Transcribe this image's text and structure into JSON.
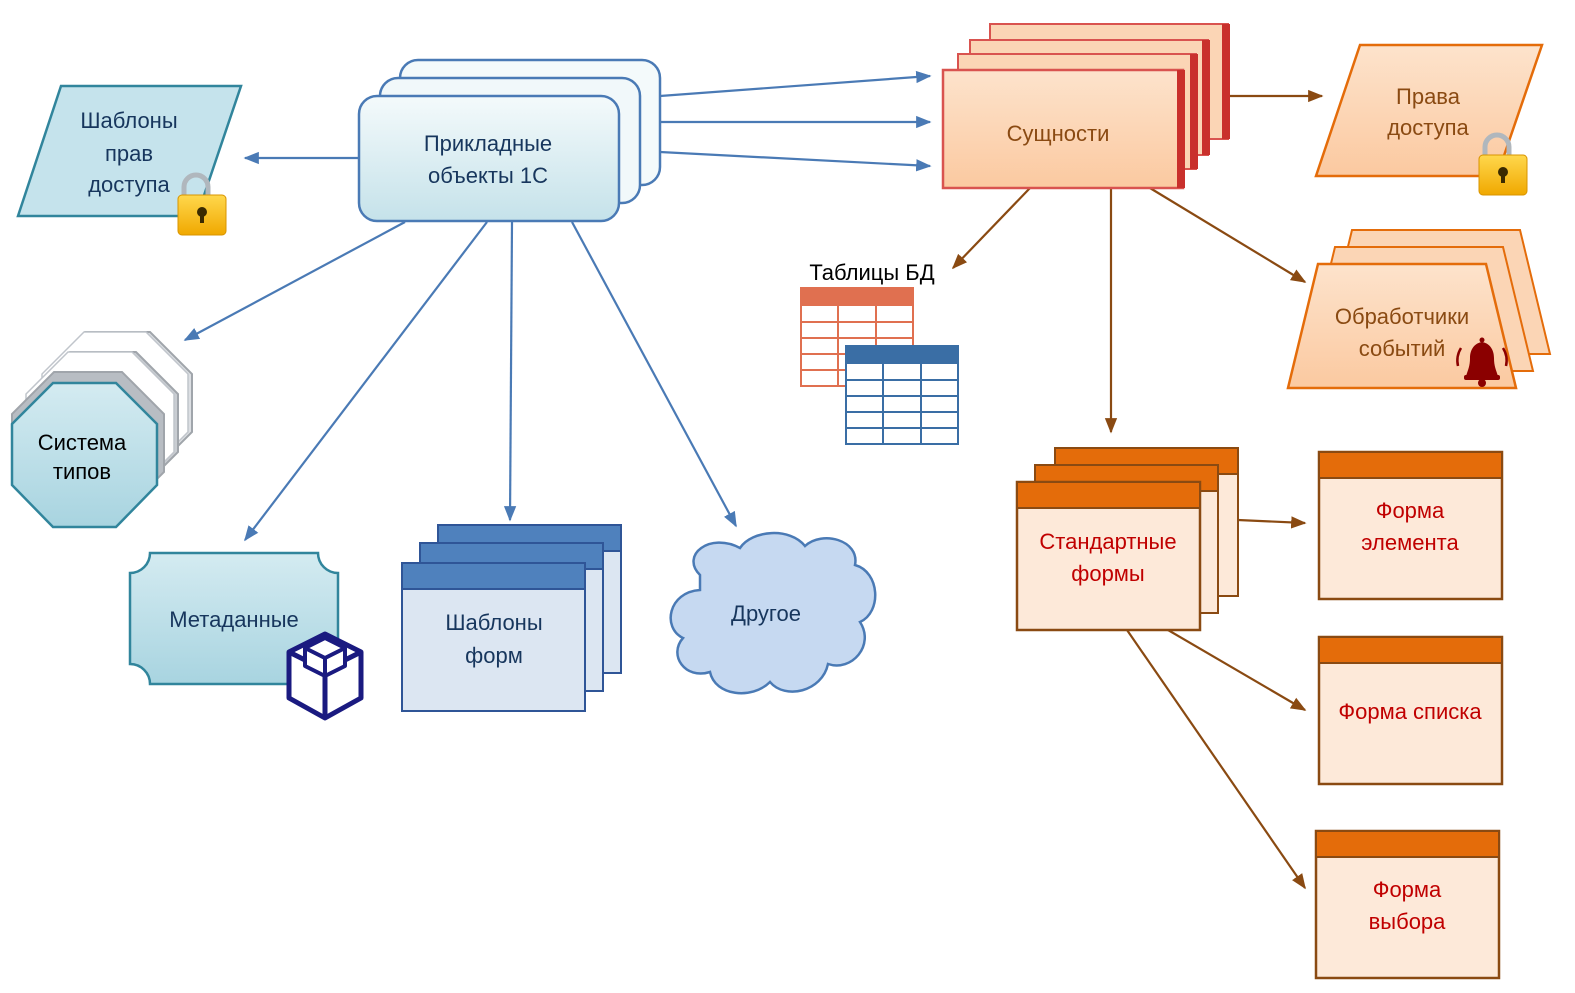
{
  "nodes": {
    "applied_objects": {
      "line1": "Прикладные",
      "line2": "объекты 1С"
    },
    "access_templates": {
      "line1": "Шаблоны",
      "line2": "прав",
      "line3": "доступа"
    },
    "type_system": {
      "line1": "Система",
      "line2": "типов"
    },
    "metadata": {
      "label": "Метаданные"
    },
    "form_templates": {
      "line1": "Шаблоны",
      "line2": "форм"
    },
    "other": {
      "label": "Другое"
    },
    "entities": {
      "label": "Сущности"
    },
    "db_tables": {
      "label": "Таблицы БД"
    },
    "access_rights": {
      "line1": "Права",
      "line2": "доступа"
    },
    "event_handlers": {
      "line1": "Обработчики",
      "line2": "событий"
    },
    "standard_forms": {
      "line1": "Стандартные",
      "line2": "формы"
    },
    "element_form": {
      "line1": "Форма",
      "line2": "элемента"
    },
    "list_form": {
      "label": "Форма списка"
    },
    "choice_form": {
      "line1": "Форма",
      "line2": "выбора"
    }
  },
  "colors": {
    "blue_stroke": "#4a7ab5",
    "blue_text": "#17365d",
    "teal_stroke": "#31859c",
    "brown_arrow": "#8a4a12",
    "orange_stroke": "#e46c0a",
    "orange_fill": "#fbd5b5",
    "red_text": "#c00000"
  },
  "icons": [
    "padlock-icon",
    "padlock-icon",
    "cube-icon",
    "bell-icon",
    "table-icon"
  ]
}
